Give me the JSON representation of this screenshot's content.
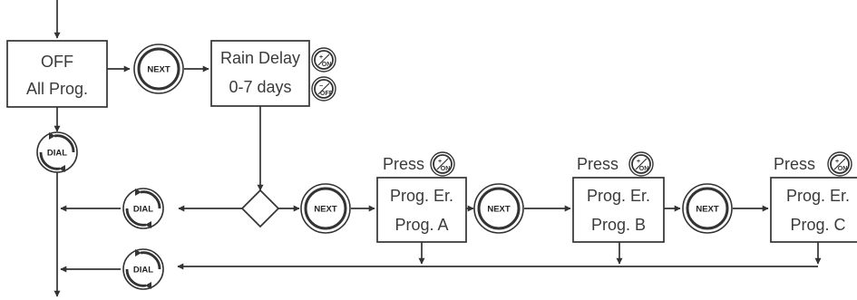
{
  "boxes": {
    "off_line1": "OFF",
    "off_line2": "All Prog.",
    "rain_line1": "Rain Delay",
    "rain_line2": "0-7 days",
    "prog_a_line1": "Prog. Er.",
    "prog_a_line2": "Prog. A",
    "prog_b_line1": "Prog. Er.",
    "prog_b_line2": "Prog. B",
    "prog_c_line1": "Prog. Er.",
    "prog_c_line2": "Prog. C"
  },
  "labels": {
    "press": "Press"
  },
  "buttons": {
    "next": "NEXT",
    "dial": "DIAL",
    "on_sign": "+",
    "on_text": "ON",
    "off_sign": "−",
    "off_text": "OFF"
  }
}
